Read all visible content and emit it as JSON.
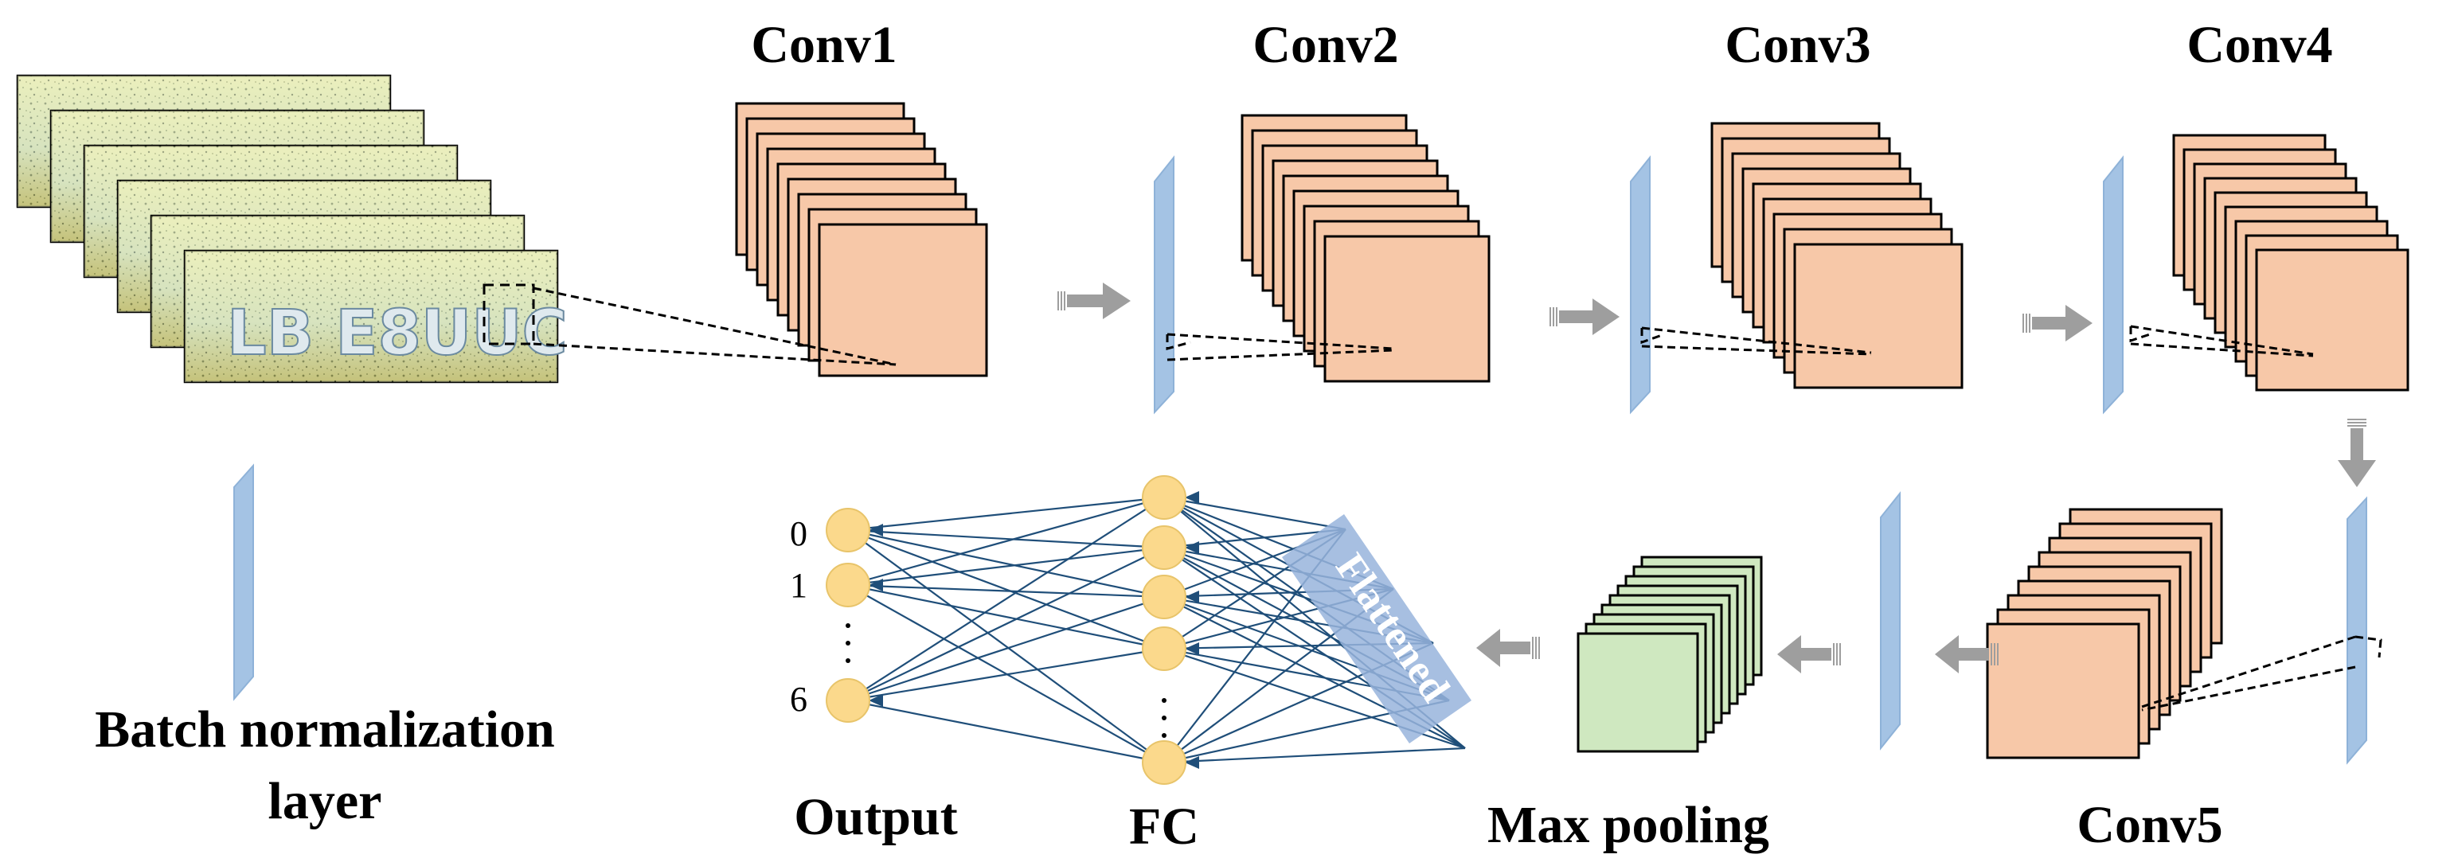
{
  "labels": {
    "conv1": "Conv1",
    "conv2": "Conv2",
    "conv3": "Conv3",
    "conv4": "Conv4",
    "conv5": "Conv5",
    "batch_norm_line1": "Batch normalization",
    "batch_norm_line2": "layer",
    "max_pooling": "Max pooling",
    "fc": "FC",
    "output": "Output",
    "flattened": "Flattened"
  },
  "output_indices": [
    "0",
    "1",
    "6"
  ],
  "input_plate_text": "LB E8UUC",
  "colors": {
    "feature_map": "#f7c8a8",
    "pool_map": "#cfe8c0",
    "bn_layer": "#a4c3e4",
    "neuron": "#fbd98c",
    "connection": "#1f4e79",
    "arrow": "#9e9e9e",
    "flattened_bar": "#98b4dc"
  }
}
